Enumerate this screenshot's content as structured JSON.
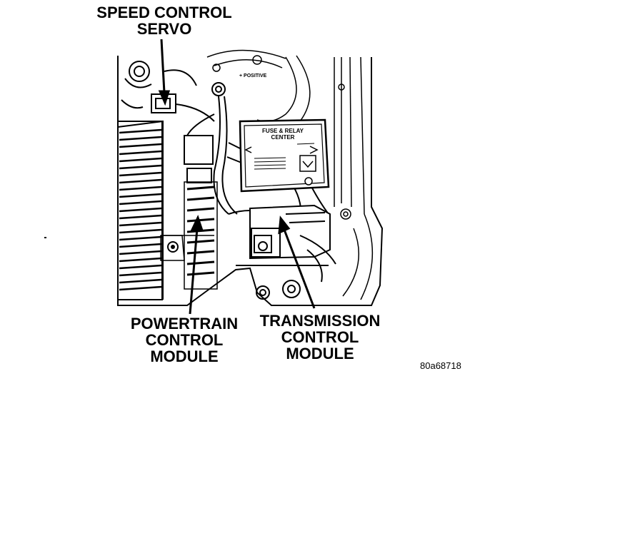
{
  "callouts": {
    "speed_control_servo": [
      "SPEED CONTROL",
      "SERVO"
    ],
    "powertrain_control_module": [
      "POWERTRAIN",
      "CONTROL",
      "MODULE"
    ],
    "transmission_control_module": [
      "TRANSMISSION",
      "CONTROL",
      "MODULE"
    ]
  },
  "figure_id": "80a68718",
  "fuse_box": {
    "title": [
      "FUSE & RELAY",
      "CENTER"
    ]
  },
  "colors": {
    "ink": "#000000",
    "paper": "#ffffff"
  }
}
